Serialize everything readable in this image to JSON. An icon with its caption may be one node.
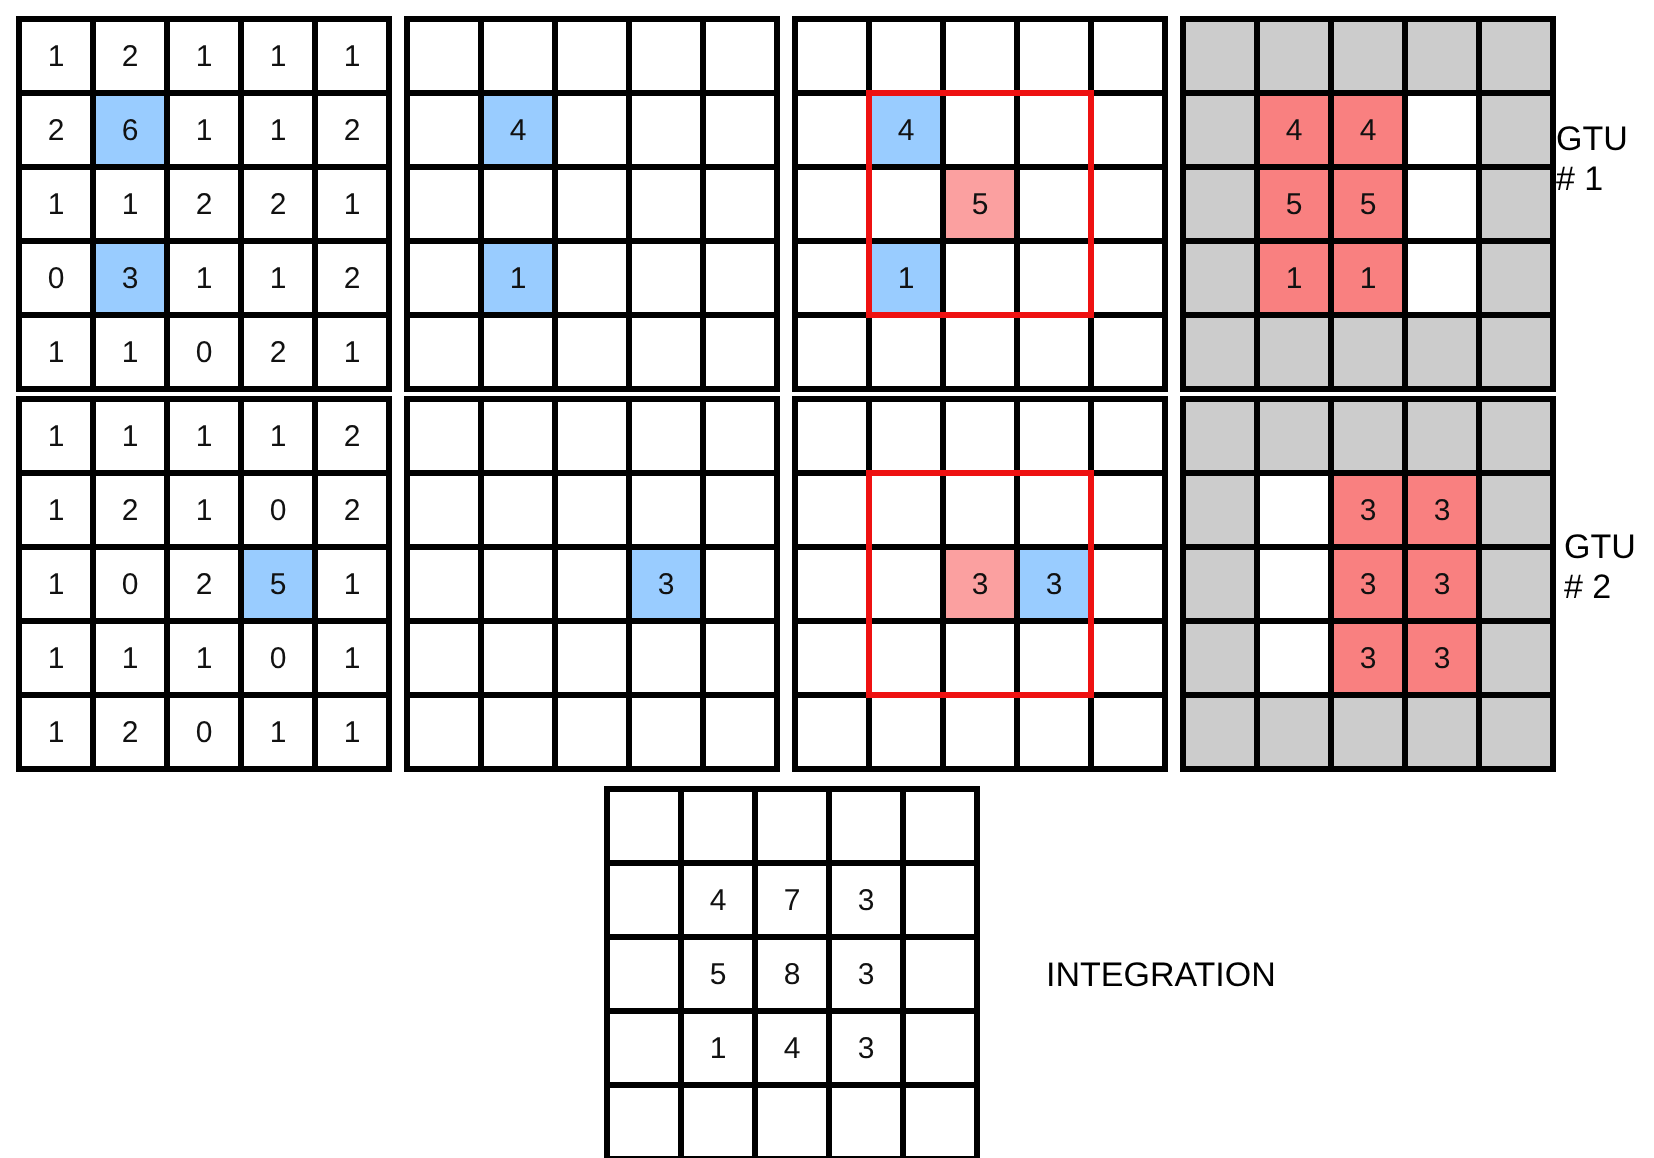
{
  "diagram": {
    "nodes": [
      {
        "text": [
          "1",
          "2",
          "1",
          "1",
          "1",
          "2",
          "6",
          "1",
          "1",
          "2",
          "1",
          "1",
          "2",
          "2",
          "1",
          "0",
          "3",
          "1",
          "1",
          "2",
          "1",
          "1",
          "0",
          "2",
          "1"
        ]
      },
      {
        "text": [
          "4",
          "1"
        ]
      },
      {
        "text": [
          "4",
          "5",
          "1"
        ]
      },
      {
        "text": [
          "4",
          "4",
          "5",
          "5",
          "1",
          "1"
        ]
      },
      {
        "text": [
          "1",
          "1",
          "1",
          "1",
          "2",
          "1",
          "2",
          "1",
          "0",
          "2",
          "1",
          "0",
          "2",
          "5",
          "1",
          "1",
          "1",
          "1",
          "0",
          "1",
          "1",
          "2",
          "0",
          "1",
          "1"
        ]
      },
      {
        "text": [
          "3"
        ]
      },
      {
        "text": [
          "3",
          "3"
        ]
      },
      {
        "text": [
          "3",
          "3",
          "3",
          "3",
          "3",
          "3"
        ]
      },
      {
        "text": [
          "4",
          "7",
          "3",
          "5",
          "8",
          "3",
          "1",
          "4",
          "3"
        ]
      }
    ],
    "labels": [
      "GTU # 1",
      "GTU # 2",
      "INTEGRATION"
    ]
  }
}
